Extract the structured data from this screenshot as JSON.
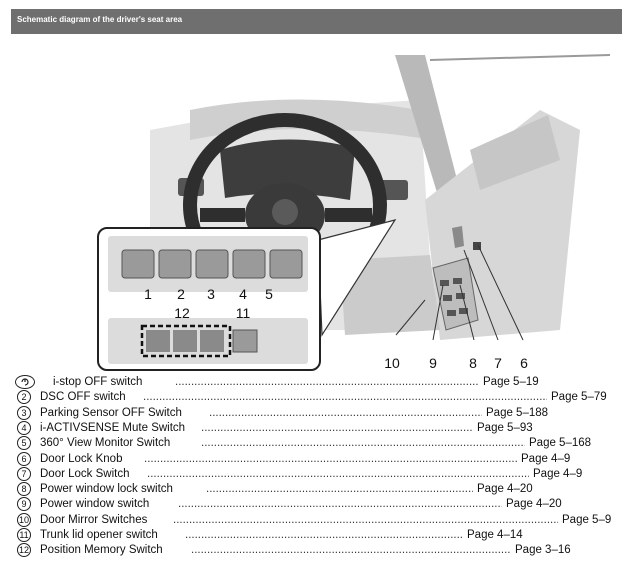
{
  "header": {
    "title": "Schematic diagram of the driver's seat area"
  },
  "callouts": {
    "c1": "1",
    "c2": "2",
    "c3": "3",
    "c4": "4",
    "c5": "5",
    "c6": "6",
    "c7": "7",
    "c8": "8",
    "c9": "9",
    "c10": "10",
    "c11": "11",
    "c12": "12"
  },
  "items": [
    {
      "num": "",
      "icon": "i-stop-icon",
      "label": "i-stop OFF switch",
      "page": "Page 5–19"
    },
    {
      "num": "2",
      "label": "DSC OFF switch",
      "page": "Page 5–79"
    },
    {
      "num": "3",
      "label": "Parking Sensor OFF Switch",
      "page": "Page 5–188"
    },
    {
      "num": "4",
      "label": "i-ACTIVSENSE Mute Switch",
      "page": "Page 5–93"
    },
    {
      "num": "5",
      "label": "360° View Monitor Switch",
      "page": "Page 5–168"
    },
    {
      "num": "6",
      "label": "Door Lock Knob",
      "page": "Page 4–9"
    },
    {
      "num": "7",
      "label": "Door Lock Switch",
      "page": "Page 4–9"
    },
    {
      "num": "8",
      "label": "Power window lock switch",
      "page": "Page 4–20"
    },
    {
      "num": "9",
      "label": "Power window switch",
      "page": "Page 4–20"
    },
    {
      "num": "10",
      "label": "Door Mirror Switches",
      "page": "Page 5–9"
    },
    {
      "num": "11",
      "label": "Trunk lid opener switch",
      "page": "Page 4–14"
    },
    {
      "num": "12",
      "label": "Position Memory Switch",
      "page": "Page 3–16"
    }
  ]
}
